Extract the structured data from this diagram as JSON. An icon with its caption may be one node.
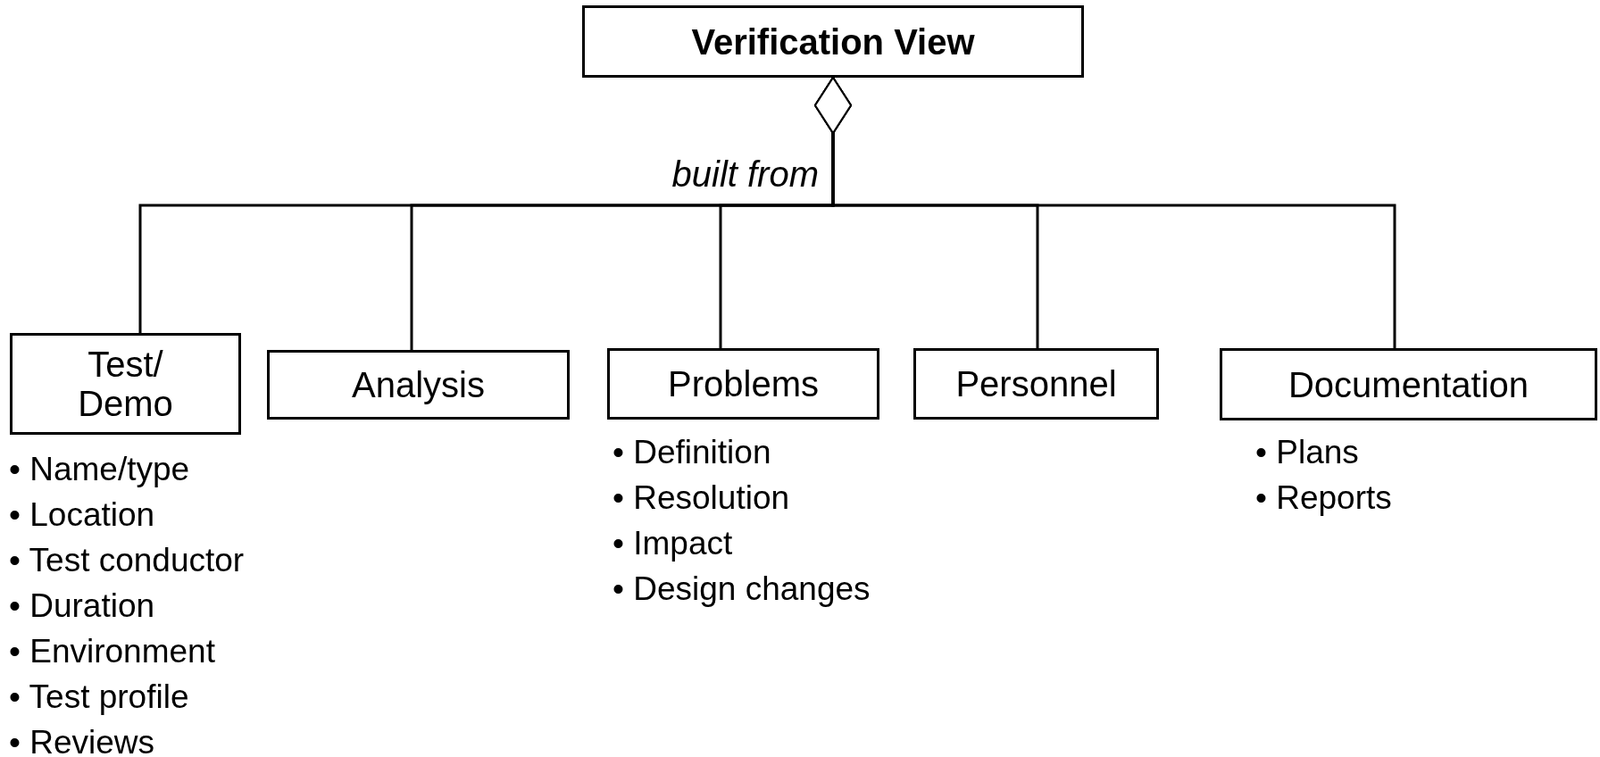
{
  "diagram": {
    "nodes": [
      {
        "text": [
          "Verification View"
        ]
      },
      {
        "text": [
          "Test/ Demo"
        ],
        "beside": [
          "• Name/type",
          "• Location",
          "• Test conductor",
          "• Duration",
          "• Environment",
          "• Test profile",
          "• Reviews"
        ]
      },
      {
        "text": [
          "Analysis"
        ]
      },
      {
        "text": [
          "Problems"
        ],
        "beside": [
          "• Definition",
          "• Resolution",
          "• Impact",
          "• Design changes"
        ]
      },
      {
        "text": [
          "Personnel"
        ]
      },
      {
        "text": [
          "Documentation"
        ],
        "beside": [
          "• Plans",
          "• Reports"
        ]
      }
    ],
    "edges": [
      {
        "from": 0,
        "to": 1,
        "arrow": "other"
      },
      {
        "from": 0,
        "to": 2,
        "arrow": "other"
      },
      {
        "from": 0,
        "to": 3,
        "arrow": "other",
        "label": "built from"
      },
      {
        "from": 0,
        "to": 4,
        "arrow": "other"
      },
      {
        "from": 0,
        "to": 5,
        "arrow": "other"
      }
    ]
  }
}
